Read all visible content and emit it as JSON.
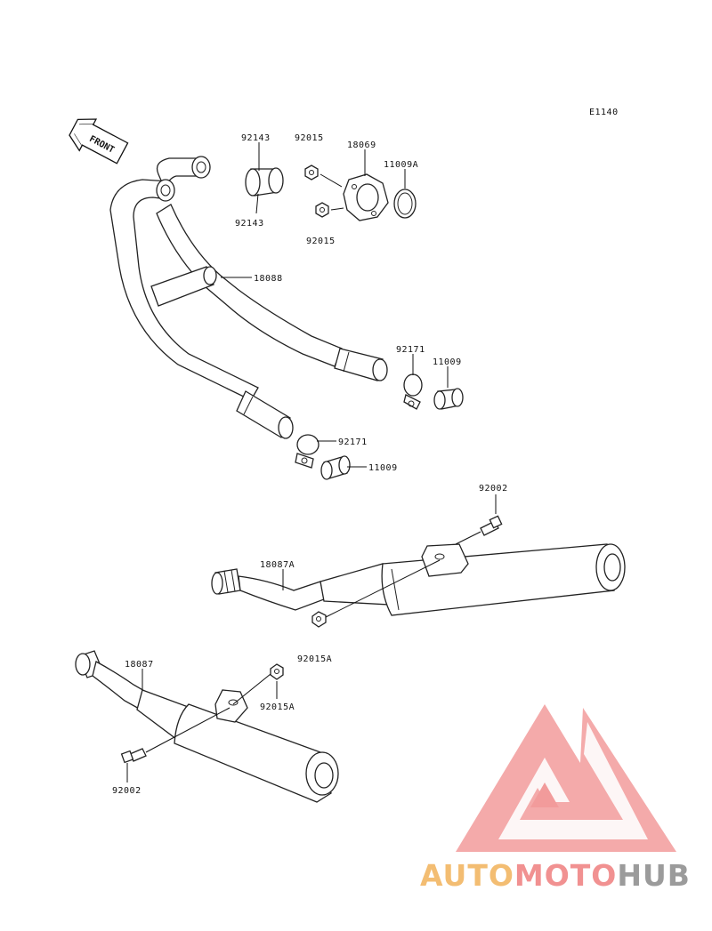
{
  "diagram_code": "E1140",
  "front_arrow": {
    "text": "FRONT"
  },
  "parts": {
    "p92143_top": "92143",
    "p92143_bottom": "92143",
    "p92015_top": "92015",
    "p92015_bottom": "92015",
    "p18069": "18069",
    "p11009A": "11009A",
    "p18088": "18088",
    "p92171_upper": "92171",
    "p11009_upper": "11009",
    "p92171_lower": "92171",
    "p11009_lower": "11009",
    "p92002_upper": "92002",
    "p18087A": "18087A",
    "p92015A_upper": "92015A",
    "p18087": "18087",
    "p92015A_lower": "92015A",
    "p92002_lower": "92002"
  },
  "watermark": {
    "part1": "AUTO",
    "part2": "MOTO",
    "part3": "HUB",
    "colors": {
      "auto": "#f2b25a",
      "moto": "#ef7e7e",
      "hub": "#8a8a8a",
      "triangle": "#f07a7a"
    }
  }
}
